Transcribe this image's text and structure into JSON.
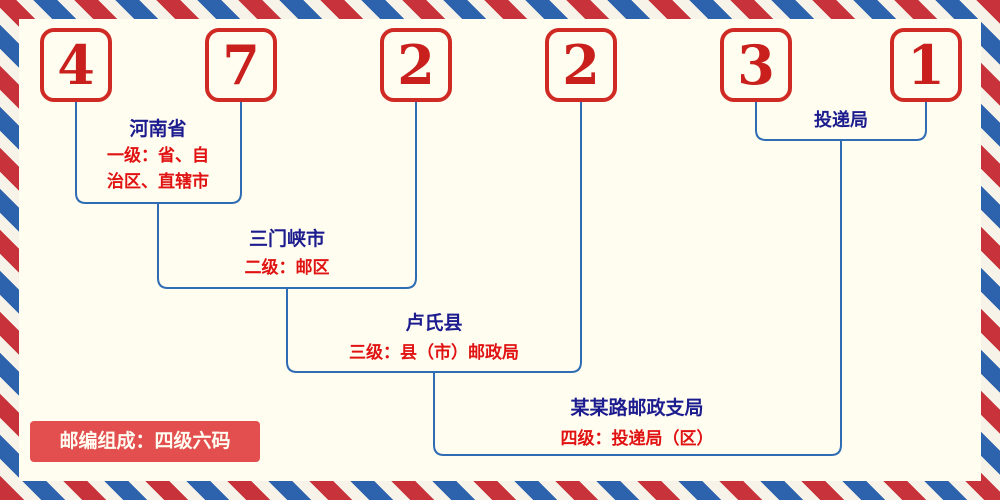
{
  "postal_code": {
    "digits": [
      "4",
      "7",
      "2",
      "2",
      "3",
      "1"
    ]
  },
  "levels": [
    {
      "place": "河南省",
      "desc": "一级：省、自治区、直辖市"
    },
    {
      "place": "三门峡市",
      "desc": "二级：邮区"
    },
    {
      "place": "卢氏县",
      "desc": "三级：县（市）邮政局"
    },
    {
      "place": "某某路邮政支局",
      "desc": "四级：投递局（区）"
    }
  ],
  "delivery": {
    "label": "投递局"
  },
  "footer": {
    "text": "邮编组成：四级六码"
  },
  "colors": {
    "digit-red": "#c9201d",
    "box-border-red": "#cf2a24",
    "line-blue": "#2f6cb3",
    "place-navy": "#1c1c8f",
    "desc-red": "#e01212",
    "footer-bg": "#e34f4f",
    "footer-text": "#fffdf2",
    "canvas-bg": "#fffdf0",
    "stripe-red": "#c8323b",
    "stripe-blue": "#2d63ad",
    "stripe-white": "#f7f3e8"
  }
}
